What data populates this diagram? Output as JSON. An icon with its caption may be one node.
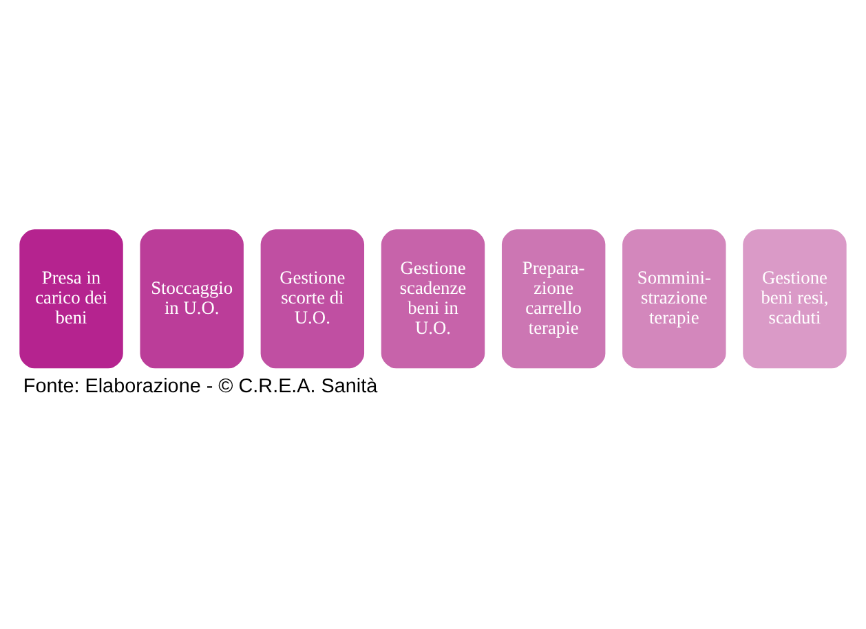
{
  "diagram": {
    "caption": "Fonte: Elaborazione - © C.R.E.A. Sanità",
    "nodes": [
      {
        "text": [
          "Presa in carico dei beni"
        ]
      },
      {
        "text": [
          "Stoccaggio in U.O."
        ]
      },
      {
        "text": [
          "Gestione scorte di U.O."
        ]
      },
      {
        "text": [
          "Gestione scadenze beni in U.O."
        ]
      },
      {
        "text": [
          "Prepara- zione carrello terapie"
        ]
      },
      {
        "text": [
          "Sommini- strazione terapie"
        ]
      },
      {
        "text": [
          "Gestione beni resi, scaduti"
        ]
      }
    ]
  }
}
